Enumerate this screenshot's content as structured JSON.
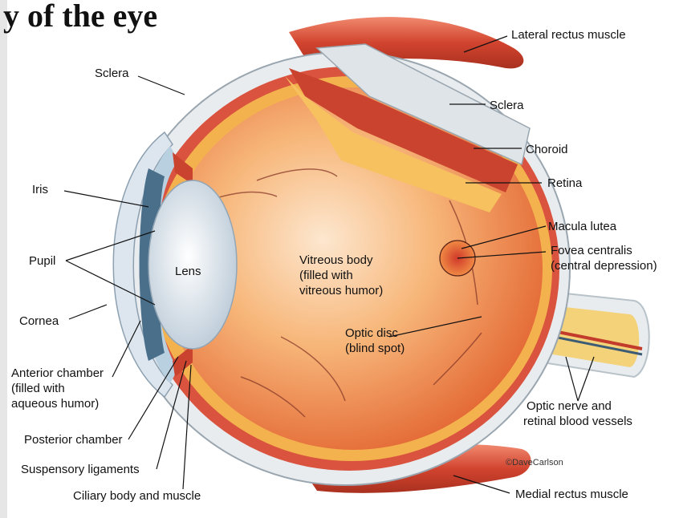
{
  "title": "y of the eye",
  "labels": {
    "lateral_rectus": "Lateral rectus muscle",
    "sclera_top": "Sclera",
    "sclera_right": "Sclera",
    "choroid": "Choroid",
    "retina": "Retina",
    "macula_lutea": "Macula lutea",
    "fovea_1": "Fovea centralis",
    "fovea_2": "(central depression)",
    "iris": "Iris",
    "pupil": "Pupil",
    "lens": "Lens",
    "vitreous_1": "Vitreous body",
    "vitreous_2": "(filled with",
    "vitreous_3": "vitreous humor)",
    "cornea": "Cornea",
    "optic_disc_1": "Optic disc",
    "optic_disc_2": "(blind spot)",
    "anterior_1": "Anterior chamber",
    "anterior_2": "(filled with",
    "anterior_3": "aqueous humor)",
    "optic_nerve_1": "Optic nerve and",
    "optic_nerve_2": "retinal blood vessels",
    "posterior": "Posterior chamber",
    "copyright": "©DaveCarlson",
    "suspensory": "Suspensory ligaments",
    "medial_rectus": "Medial rectus muscle",
    "ciliary": "Ciliary body and muscle"
  },
  "colors": {
    "sclera": "#e9ecef",
    "choroid": "#d9533e",
    "retina": "#f4b24f",
    "vitreous": "#f08a44",
    "vitreous_light": "#fde7cf",
    "muscle": "#d24d3a",
    "lens": "#dde6ef",
    "iris": "#4a6f8a",
    "nerve": "#f3d27a"
  }
}
